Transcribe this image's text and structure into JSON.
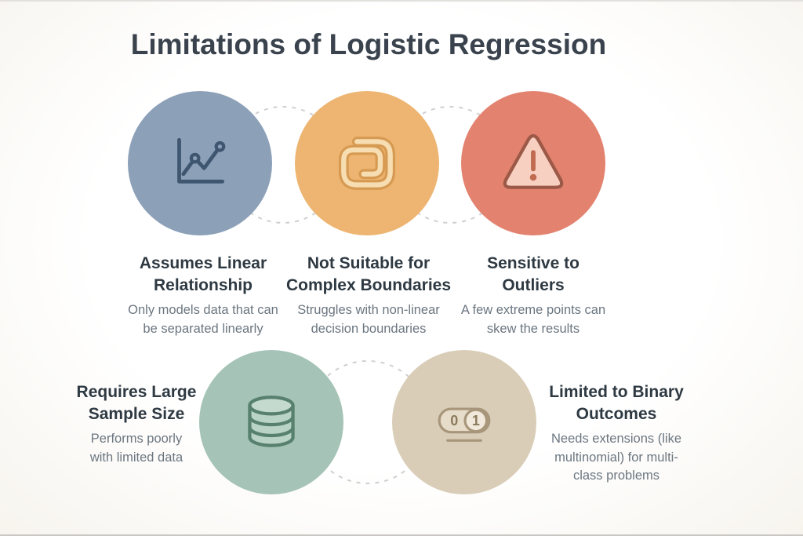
{
  "title": "Limitations of Logistic Regression",
  "cards": [
    {
      "id": "assumes-linear-relationship",
      "heading": "Assumes Linear Relationship",
      "desc": "Only models data that can be separated linearly",
      "color": "#8ca0b8",
      "icon": "line-chart-icon"
    },
    {
      "id": "not-suitable-complex-boundaries",
      "heading": "Not Suitable for Complex Boundaries",
      "desc": "Struggles with non-linear decision boundaries",
      "color": "#edb571",
      "icon": "spiral-icon"
    },
    {
      "id": "sensitive-to-outliers",
      "heading": "Sensitive to Outliers",
      "desc": "A few extreme points can skew the results",
      "color": "#e2826f",
      "icon": "warning-triangle-icon"
    },
    {
      "id": "requires-large-sample-size",
      "heading": "Requires Large Sample Size",
      "desc": "Performs poorly with limited data",
      "color": "#a5c3b6",
      "icon": "database-icon"
    },
    {
      "id": "limited-to-binary-outcomes",
      "heading": "Limited to Binary Outcomes",
      "desc": "Needs extensions (like multinomial) for multi-class problems",
      "color": "#d9cdb8",
      "icon": "binary-toggle-icon",
      "toggle": {
        "off": "0",
        "on": "1"
      }
    }
  ],
  "connector_color": "#cfcfcf"
}
